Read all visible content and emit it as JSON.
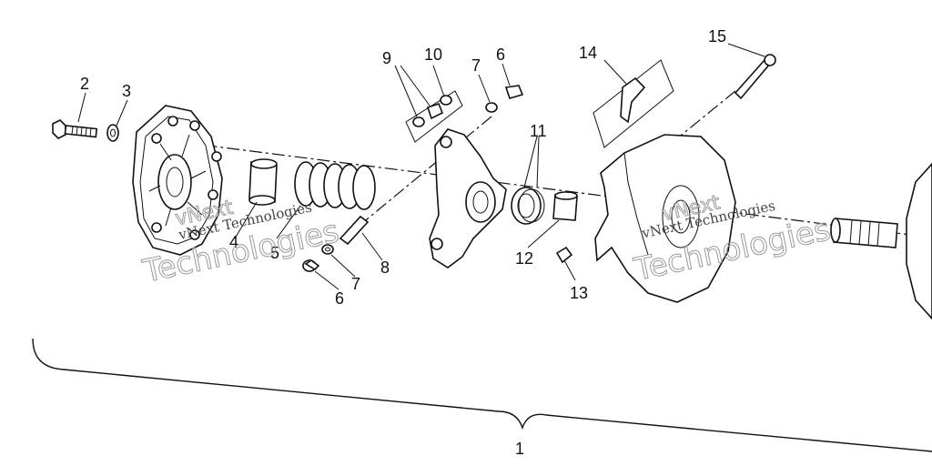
{
  "callouts": {
    "c1": "1",
    "c2": "2",
    "c3": "3",
    "c4": "4",
    "c5": "5",
    "c6a": "6",
    "c6b": "6",
    "c7a": "7",
    "c7b": "7",
    "c8": "8",
    "c9": "9",
    "c10": "10",
    "c11": "11",
    "c12": "12",
    "c13": "13",
    "c14": "14",
    "c15": "15"
  },
  "watermarks": {
    "w1_small": "vNext Technologies",
    "w1_big": "Technologies",
    "w1_v": "vNext",
    "w2_small": "vNext Technologies",
    "w2_big": "Technologies",
    "w2_v": "vNext"
  },
  "colors": {
    "ink": "#111111",
    "paper": "#ffffff",
    "watermark": "#9a9a9a"
  }
}
